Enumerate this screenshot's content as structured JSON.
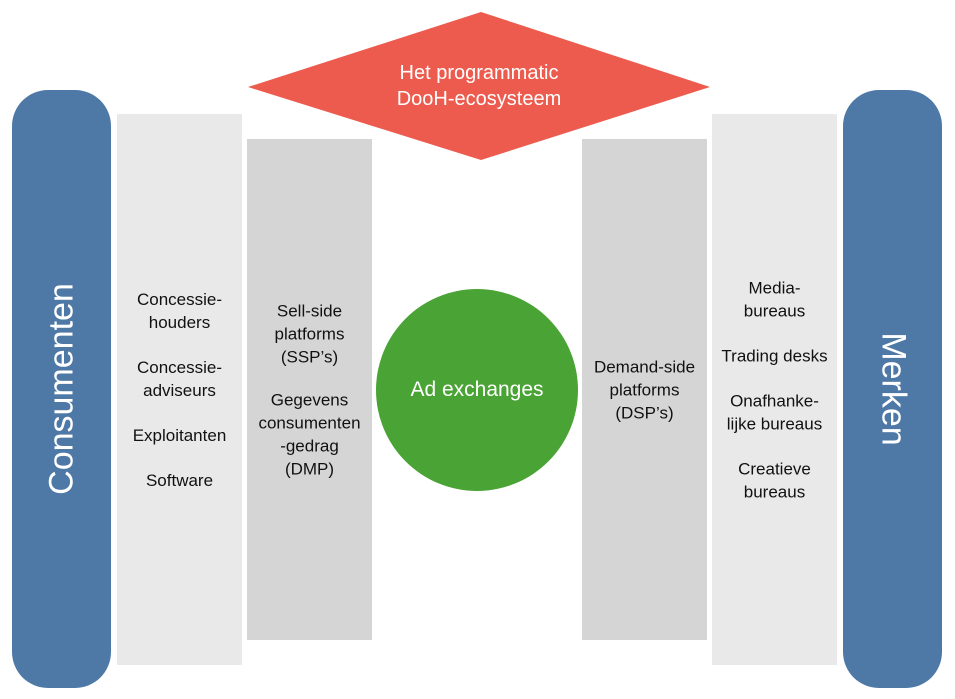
{
  "title": {
    "text": "Het programmatic\nDooH-ecosysteem",
    "color": "#ec5b4e"
  },
  "left_pillar": {
    "label": "Consumenten",
    "color": "#4e79a7"
  },
  "right_pillar": {
    "label": "Merken",
    "color": "#4e79a7"
  },
  "center": {
    "label": "Ad exchanges",
    "color": "#4aa335"
  },
  "columns": {
    "supply_actors": {
      "items": [
        "Concessie-\nhouders",
        "Concessie-\nadviseurs",
        "Exploitanten",
        "Software"
      ]
    },
    "supply_platforms": {
      "items": [
        "Sell-side\nplatforms\n(SSP’s)",
        "Gegevens\nconsumenten\n-gedrag\n(DMP)"
      ]
    },
    "demand_platforms": {
      "items": [
        "Demand-side\nplatforms\n(DSP’s)"
      ]
    },
    "demand_actors": {
      "items": [
        "Media-\nbureaus",
        "Trading desks",
        "Onafhanke-\nlijke bureaus",
        "Creatieve\nbureaus"
      ]
    }
  }
}
